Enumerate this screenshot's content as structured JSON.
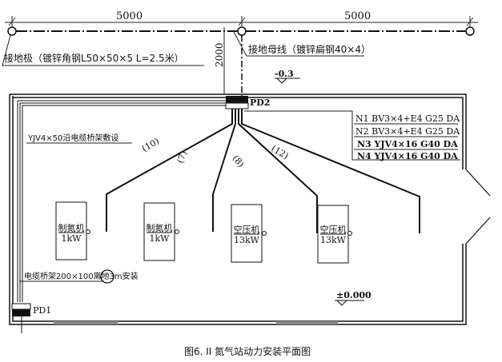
{
  "dimensions": {
    "left_span": "5000",
    "right_span": "5000",
    "offset": "2000"
  },
  "labels": {
    "ground_electrode": "接地极（镀锌角钢L50×50×5 L=2.5米）",
    "ground_bus": "接地母线（镀锌扁钢40×4）",
    "level_outdoor": "-0.3",
    "level_indoor": "±0.000",
    "tray_cable": "YJV4×50沿电缆桥架敷设",
    "tray_spec": "电缆桥架200×100离地3m安装",
    "pd2": "PD2",
    "pd1": "PD1"
  },
  "circuits": [
    {
      "id": "N1",
      "spec": "N1 BV3×4+E4  G25  DA"
    },
    {
      "id": "N2",
      "spec": "N2 BV3×4+E4  G25  DA"
    },
    {
      "id": "N3",
      "spec": "N3 YJV4×16 G40 DA"
    },
    {
      "id": "N4",
      "spec": "N4 YJV4×16 G40 DA"
    }
  ],
  "cable_lengths": [
    "(10)",
    "(7)",
    "(8)",
    "(12)"
  ],
  "equipment": [
    {
      "name": "制氮机",
      "power": "1kW"
    },
    {
      "name": "制氮机",
      "power": "1kW"
    },
    {
      "name": "空压机",
      "power": "13kW"
    },
    {
      "name": "空压机",
      "power": "13kW"
    }
  ],
  "caption": "图6. II    氮气站动力安装平面图"
}
